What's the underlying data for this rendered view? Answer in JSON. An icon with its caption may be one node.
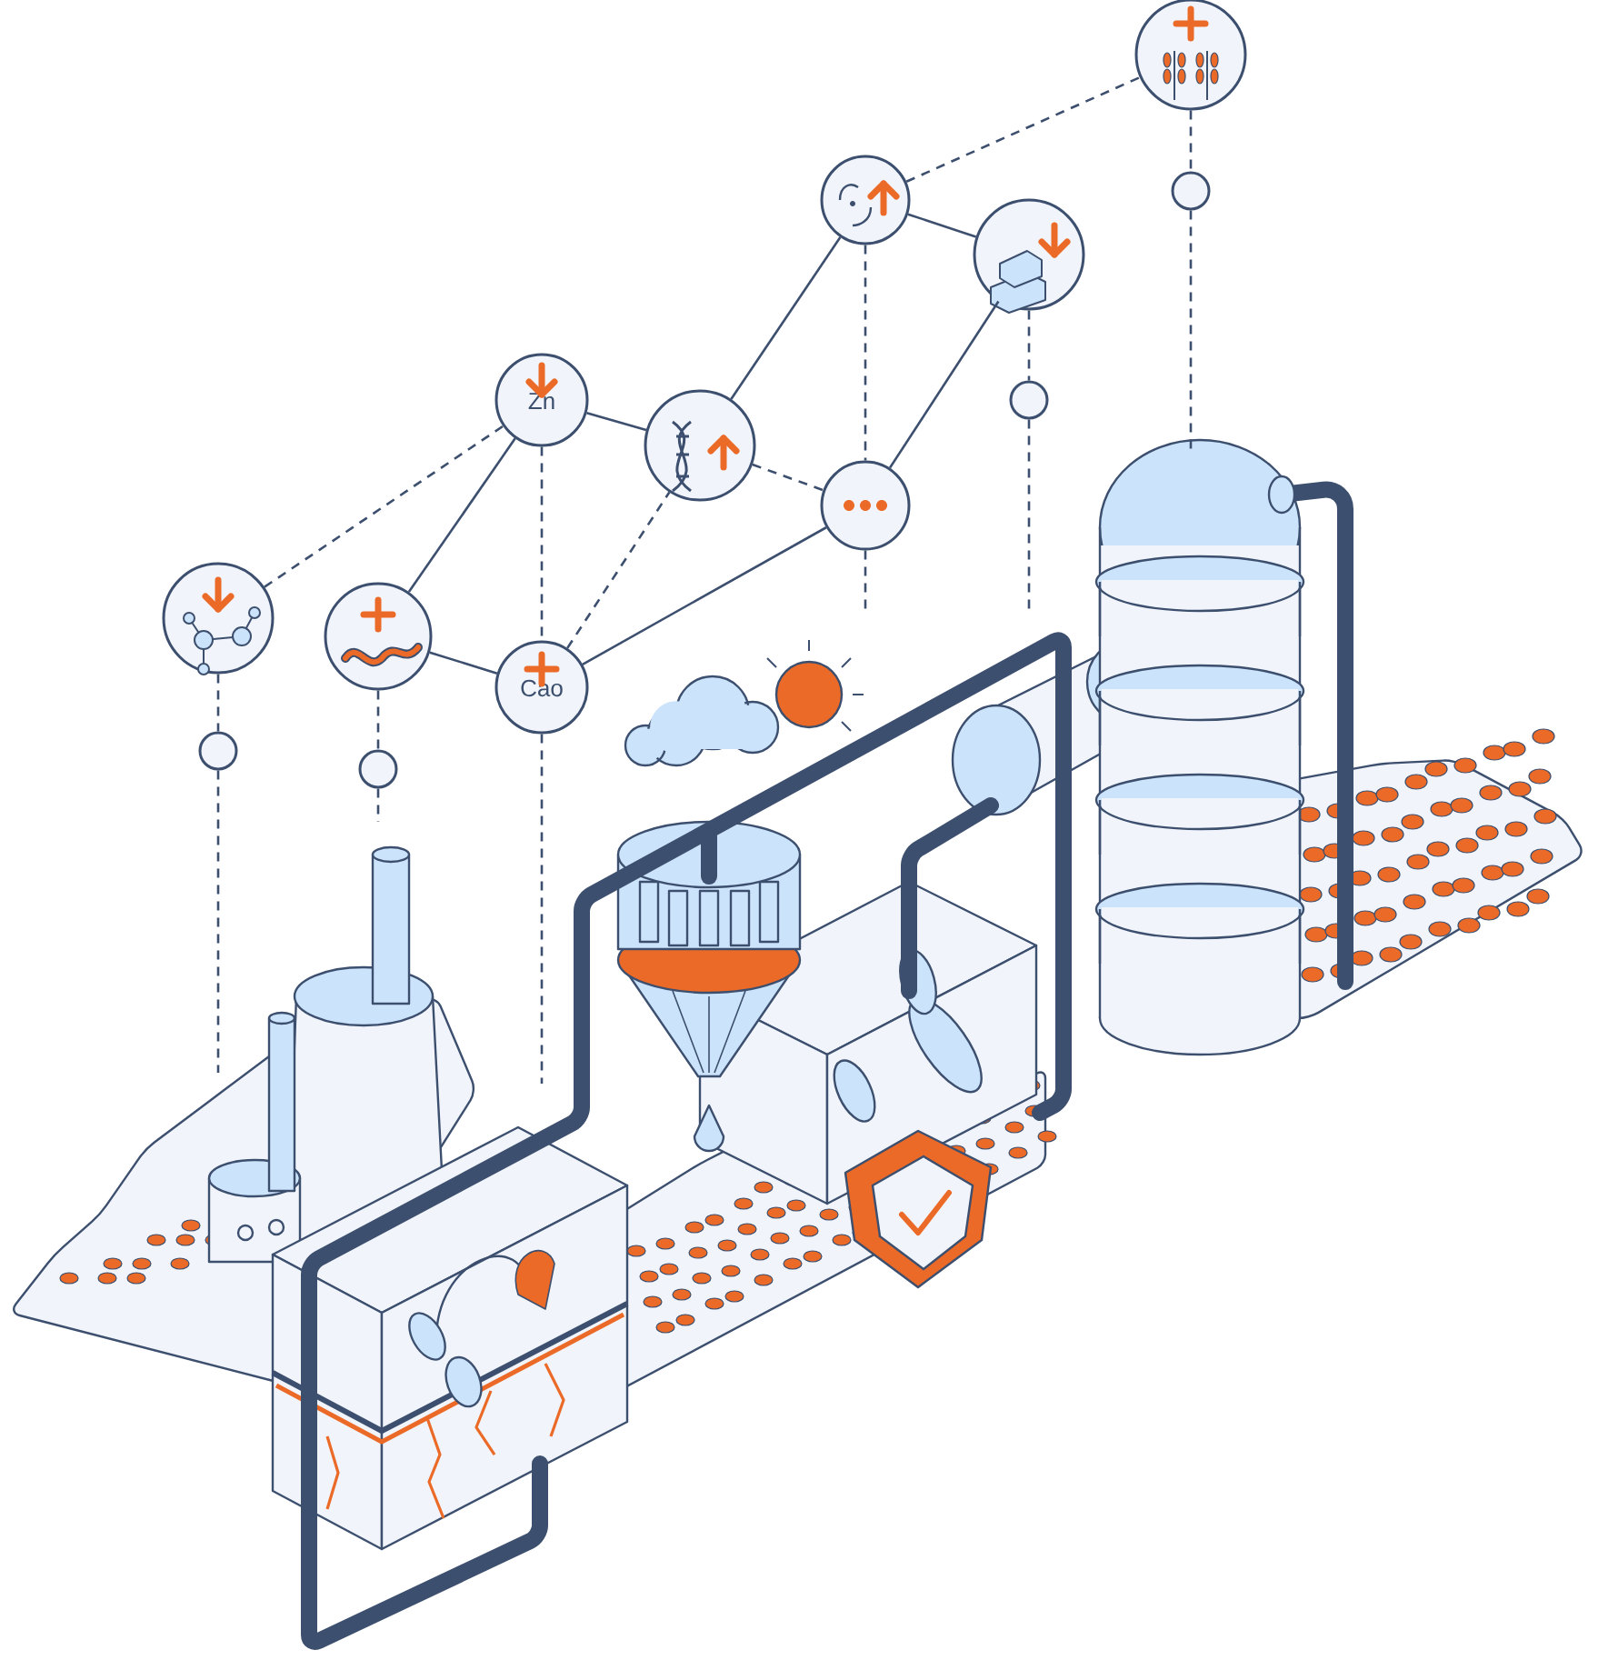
{
  "diagram": {
    "nodes": [
      {
        "text": [],
        "shape": "circle"
      },
      {
        "text": [],
        "shape": "circle"
      },
      {
        "text": [
          "Zn"
        ]
      },
      {
        "text": [
          "Cao"
        ]
      },
      {
        "text": [],
        "shape": "circle"
      },
      {
        "text": [],
        "shape": "circle"
      },
      {
        "text": [],
        "shape": "circle"
      },
      {
        "text": [],
        "shape": "circle"
      },
      {
        "text": [],
        "shape": "circle"
      },
      {
        "text": [],
        "shape": "circle"
      },
      {
        "text": [],
        "shape": "circle"
      },
      {
        "text": [],
        "shape": "circle"
      },
      {
        "text": [],
        "shape": "circle"
      }
    ],
    "edges": [
      {
        "from": 0,
        "to": 2,
        "arrow": "none",
        "style": "dashed"
      },
      {
        "from": 1,
        "to": 2,
        "arrow": "none"
      },
      {
        "from": 1,
        "to": 3,
        "arrow": "none"
      },
      {
        "from": 2,
        "to": 4,
        "arrow": "none"
      },
      {
        "from": 2,
        "to": 3,
        "arrow": "none",
        "style": "dashed"
      },
      {
        "from": 3,
        "to": 4,
        "arrow": "none",
        "style": "dashed"
      },
      {
        "from": 3,
        "to": 5,
        "arrow": "none"
      },
      {
        "from": 4,
        "to": 5,
        "arrow": "none",
        "style": "dashed"
      },
      {
        "from": 4,
        "to": 6,
        "arrow": "none"
      },
      {
        "from": 6,
        "to": 7,
        "arrow": "none"
      },
      {
        "from": 6,
        "to": 8,
        "arrow": "none",
        "style": "dashed"
      },
      {
        "from": 7,
        "to": 5,
        "arrow": "none"
      },
      {
        "from": 6,
        "to": 5,
        "arrow": "none",
        "style": "dashed"
      },
      {
        "from": 0,
        "to": 9,
        "arrow": "none",
        "style": "dashed"
      },
      {
        "from": 9,
        "to": null,
        "arrow": "none",
        "style": "dashed"
      },
      {
        "from": 1,
        "to": 10,
        "arrow": "none",
        "style": "dashed"
      },
      {
        "from": 10,
        "to": null,
        "arrow": "none",
        "style": "dashed"
      },
      {
        "from": 3,
        "to": null,
        "arrow": "none",
        "style": "dashed"
      },
      {
        "from": 5,
        "to": null,
        "arrow": "none",
        "style": "dashed"
      },
      {
        "from": 7,
        "to": 12,
        "arrow": "none",
        "style": "dashed"
      },
      {
        "from": 12,
        "to": null,
        "arrow": "none",
        "style": "dashed"
      },
      {
        "from": 8,
        "to": 11,
        "arrow": "none",
        "style": "dashed"
      },
      {
        "from": 11,
        "to": null,
        "arrow": "none",
        "style": "dashed"
      }
    ]
  }
}
